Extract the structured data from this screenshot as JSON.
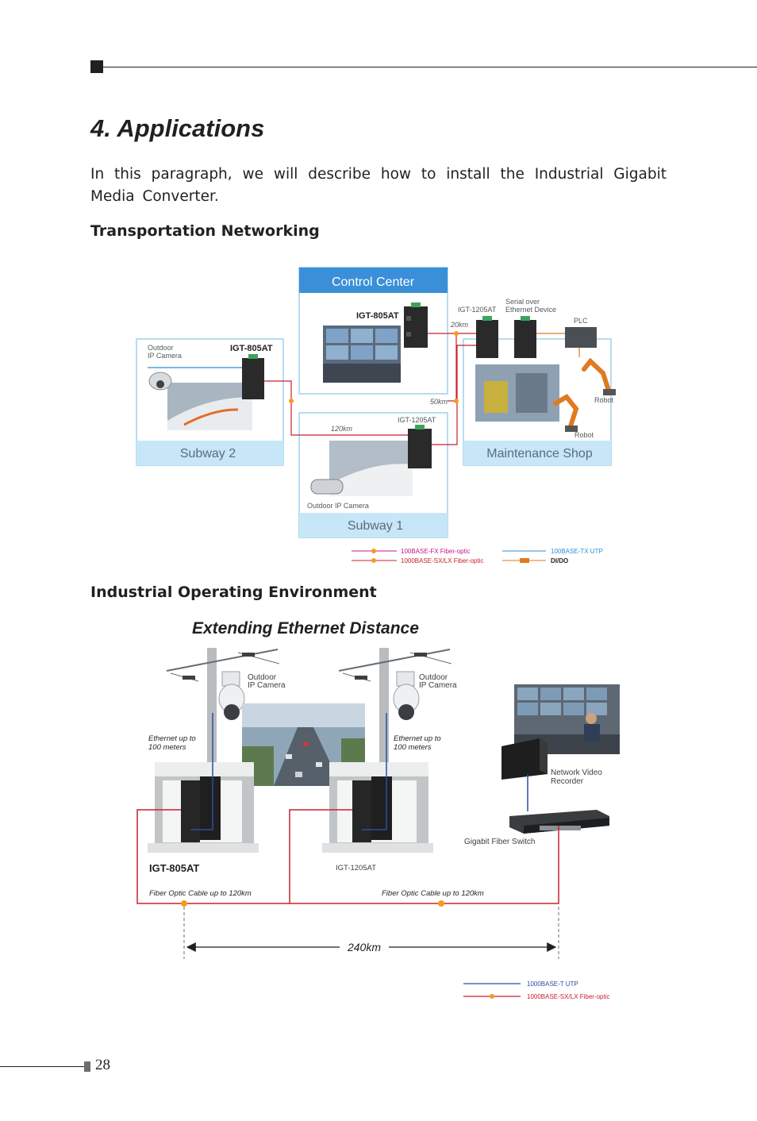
{
  "page": {
    "section_title": "4. Applications",
    "intro": "In this paragraph, we will describe how to install the Industrial Gigabit Media Converter.",
    "page_number": "28"
  },
  "transport": {
    "heading": "Transportation Networking",
    "control_center": "Control Center",
    "cc_device": "IGT-805AT",
    "subway2": "Subway 2",
    "subway2_device": "IGT-805AT",
    "subway2_camera_line1": "Outdoor",
    "subway2_camera_line2": "IP Camera",
    "subway1": "Subway 1",
    "subway1_device": "IGT-1205AT",
    "subway1_camera": "Outdoor IP Camera",
    "dist_120": "120km",
    "dist_50": "50km",
    "dist_20": "20km",
    "maintenance": "Maintenance Shop",
    "mt_device": "IGT-1205AT",
    "serial_line1": "Serial over",
    "serial_line2": "Ethernet Device",
    "plc": "PLC",
    "robot1": "Robot",
    "robot2": "Robot",
    "legend": {
      "fx": "100BASE-FX Fiber-optic",
      "sx": "1000BASE-SX/LX Fiber-optic",
      "tx": "100BASE-TX UTP",
      "dido": "DI/DO"
    }
  },
  "industrial": {
    "heading": "Industrial Operating Environment",
    "diagram_title": "Extending Ethernet Distance",
    "cam1_line1": "Outdoor",
    "cam1_line2": "IP Camera",
    "cam2_line1": "Outdoor",
    "cam2_line2": "IP Camera",
    "eth1_line1": "Ethernet up to",
    "eth1_line2": "100 meters",
    "eth2_line1": "Ethernet up to",
    "eth2_line2": "100 meters",
    "dev1": "IGT-805AT",
    "dev2": "IGT-1205AT",
    "nvr_line1": "Network Video",
    "nvr_line2": "Recorder",
    "switch": "Gigabit Fiber Switch",
    "fiber1": "Fiber Optic Cable up to 120km",
    "fiber2": "Fiber Optic Cable up to 120km",
    "distance": "240km",
    "legend": {
      "utp": "1000BASE-T UTP",
      "sx": "1000BASE-SX/LX Fiber-optic"
    }
  },
  "colors": {
    "fiber_red": "#c8202f",
    "utp_blue": "#2b4fa2",
    "legend_magenta": "#c2188b",
    "legend_cyan": "#2a8fd6",
    "orange_dot": "#f39c1f",
    "panel_fill": "#c7e6f7",
    "panel_border": "#9fd0ee",
    "control_center_fill": "#3a8fd8"
  }
}
